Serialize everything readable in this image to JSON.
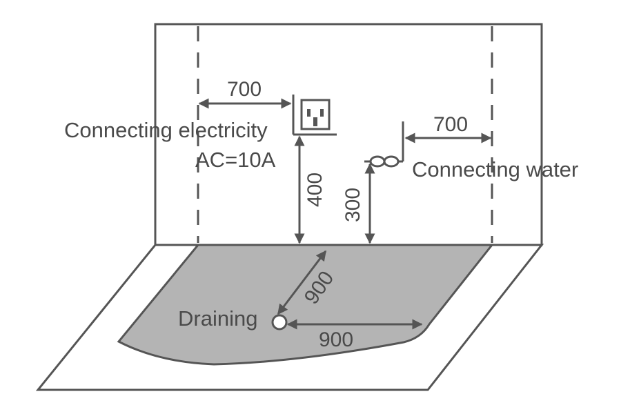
{
  "labels": {
    "electricity_line1": "Connecting electricity",
    "electricity_line2": "AC=10A",
    "water": "Connecting water",
    "draining": "Draining"
  },
  "dimensions": {
    "socket_horizontal": "700",
    "socket_height": "400",
    "water_height": "300",
    "water_horizontal": "700",
    "drain_diagonal": "900",
    "drain_horizontal": "900"
  },
  "colors": {
    "line": "#555555",
    "tray_fill": "#b4b4b4",
    "text": "#4a4a4a"
  },
  "icons": [
    "power-socket-icon",
    "water-valve-icon",
    "drain-icon"
  ]
}
